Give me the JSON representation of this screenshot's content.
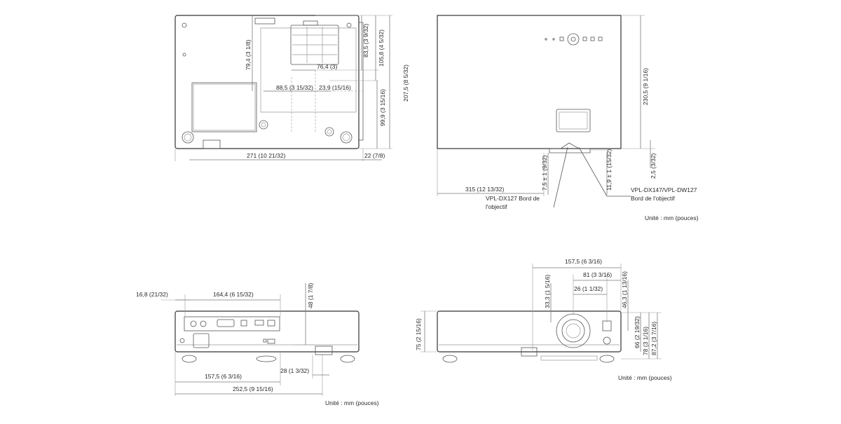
{
  "bottom_view": {
    "dims": {
      "d_83_5": "83,5 (3 9/32)",
      "d_105_8": "105,8 (4 5/32)",
      "d_207_5": "207,5 (8 5/32)",
      "d_79_4": "79,4 (3 1/8)",
      "d_76_4": "76,4 (3)",
      "d_88_5": "88,5 (3 15/32)",
      "d_23_9": "23,9 (15/16)",
      "d_99_9": "99,9 (3 15/16)",
      "d_271": "271 (10 21/32)",
      "d_22": "22 (7/8)"
    }
  },
  "top_view": {
    "dims": {
      "d_230_5": "230,5 (9 1/16)",
      "d_315": "315 (12 13/32)",
      "d_7_5": "7,5 ± 1 (9/32)",
      "d_11_9": "11,9 ± 1 (15/32)",
      "d_2_5": "2,5 (3/32)"
    },
    "label_dx127": [
      "VPL-DX127 Bord de",
      "l'objectif"
    ],
    "label_dx147": [
      "VPL-DX147/VPL-DW127",
      "Bord de l'objectif"
    ],
    "unit": "Unité : mm (pouces)"
  },
  "rear_view": {
    "dims": {
      "d_16_8": "16,8 (21/32)",
      "d_164_4": "164,4 (6 15/32)",
      "d_48": "48 (1 7/8)",
      "d_28": "28 (1 3/32)",
      "d_157_5": "157,5 (6 3/16)",
      "d_252_5": "252,5 (9 15/16)"
    },
    "unit": "Unité : mm (pouces)"
  },
  "front_view": {
    "dims": {
      "d_157_5": "157,5 (6 3/16)",
      "d_81": "81 (3 3/16)",
      "d_26": "26 (1 1/32)",
      "d_33_3": "33,3 (1 5/16)",
      "d_46_3": "46,3 (1 13/16)",
      "d_66": "66 (2 19/32)",
      "d_78": "78 (3 1/16)",
      "d_87_2": "87,2 (3 7/16)",
      "d_75": "75 (2 15/16)"
    },
    "unit": "Unité : mm (pouces)"
  }
}
